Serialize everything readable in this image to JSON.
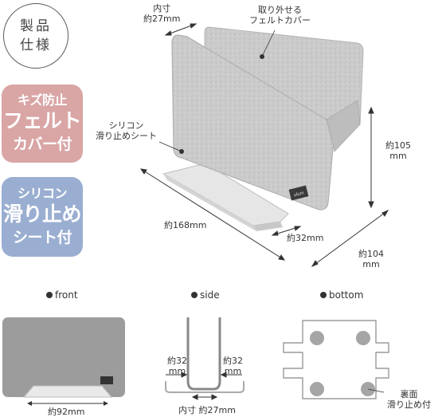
{
  "spec": {
    "line1": "製品",
    "line2": "仕様"
  },
  "badge_felt": {
    "line1": "キズ防止",
    "line2": "フェルト",
    "line3": "カバー付"
  },
  "badge_silicon": {
    "line1": "シリコン",
    "line2": "滑り止め",
    "line3": "シート付"
  },
  "labels": {
    "inner_width_a": "内寸",
    "inner_width_b": "約27mm",
    "felt_cover_a": "取り外せる",
    "felt_cover_b": "フェルトカバー",
    "silicon_a": "シリコン",
    "silicon_b": "滑り止めシート",
    "height_a": "約105",
    "height_b": "mm",
    "length": "約168mm",
    "width32": "約32mm",
    "depth_a": "約104",
    "depth_b": "mm",
    "product_logo": "ulum"
  },
  "sections": {
    "front": {
      "title": "front",
      "dim": "約92mm"
    },
    "side": {
      "title": "side",
      "left_a": "約32",
      "left_b": "mm",
      "right_a": "約32",
      "right_b": "mm",
      "bottom_a": "内寸",
      "bottom_b": "約27mm"
    },
    "bottom": {
      "title": "bottom",
      "note_a": "裏面",
      "note_b": "滑り止め付"
    }
  },
  "colors": {
    "pink": "#d9a5a5",
    "blue": "#9aaed2",
    "felt": "#c9c9c9",
    "frame": "#8f8f8f"
  }
}
